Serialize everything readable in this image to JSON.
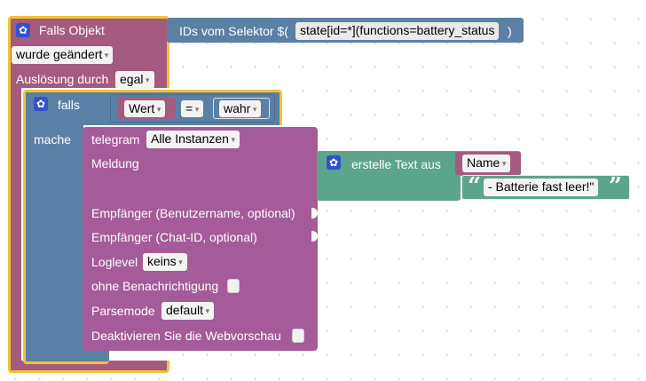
{
  "trigger": {
    "title": "Falls Objekt",
    "event_value": "wurde geändert",
    "cause_label": "Auslösung durch",
    "cause_value": "egal"
  },
  "selector": {
    "label": "IDs vom Selektor $(",
    "value": "state[id=*](functions=battery_status",
    "suffix": ")"
  },
  "if_block": {
    "label": "falls",
    "do_label": "mache",
    "lhs": "Wert",
    "op": "=",
    "rhs": "wahr"
  },
  "telegram": {
    "label": "telegram",
    "instance": "Alle Instanzen",
    "message_label": "Meldung",
    "recipient_name_label": "Empfänger (Benutzername, optional)",
    "recipient_chat_label": "Empfänger (Chat-ID, optional)",
    "loglevel_label": "Loglevel",
    "loglevel_value": "keins",
    "silent_label": "ohne Benachrichtigung",
    "parsemode_label": "Parsemode",
    "parsemode_value": "default",
    "preview_label": "Deaktivieren Sie die Webvorschau"
  },
  "text_join": {
    "label": "erstelle Text aus",
    "item1": "Name",
    "quote_open": "“",
    "item2": "- Batterie fast leer!\"",
    "quote_close": "”"
  },
  "colors": {
    "trigger": "#a55b80",
    "trigger_outline": "#f1c232",
    "selector": "#5b80a5",
    "if": "#5b80a5",
    "if_outline": "#f1c232",
    "telegram": "#a55b99",
    "text": "#5ba58c",
    "getter": "#a55b80",
    "accent_icon": "#2f52cf"
  }
}
